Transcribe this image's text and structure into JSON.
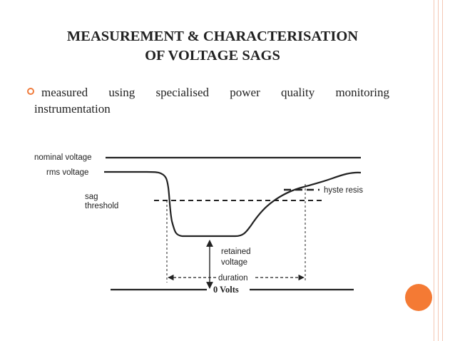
{
  "slide": {
    "title_line1": "MEASUREMENT & CHARACTERISATION",
    "title_line2": "OF VOLTAGE SAGS",
    "bullet_line1": "measured using specialised power quality monitoring",
    "bullet_line2": "instrumentation"
  },
  "diagram": {
    "labels": {
      "nominal_voltage": "nominal voltage",
      "rms_voltage": "rms voltage",
      "sag": "sag",
      "threshold": "threshold",
      "hysteresis": "hyste resis",
      "retained": "retained",
      "voltage": "voltage",
      "duration": "duration",
      "zero_volts": "0 Volts"
    }
  },
  "colors": {
    "accent": "#f47a34",
    "bullet": "#f07c3d",
    "rule": "#f4c7b4",
    "text": "#222222"
  }
}
